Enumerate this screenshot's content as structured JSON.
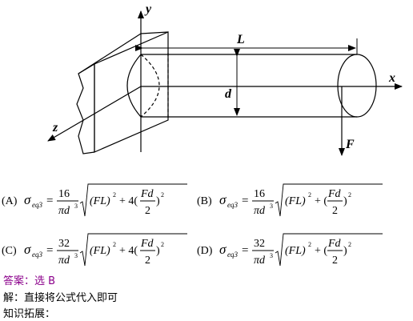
{
  "figure": {
    "label_y": "y",
    "label_x": "x",
    "label_z": "z",
    "label_L": "L",
    "label_d": "d",
    "label_F": "F"
  },
  "options": [
    {
      "key": "(A)",
      "coef": "16",
      "mid": "+ 4("
    },
    {
      "key": "(B)",
      "coef": "16",
      "mid": "+ ("
    },
    {
      "key": "(C)",
      "coef": "32",
      "mid": "+ 4("
    },
    {
      "key": "(D)",
      "coef": "32",
      "mid": "+ ("
    }
  ],
  "formula": {
    "sigma": "σ",
    "sub": "eq3",
    "eq": "=",
    "den": "πd",
    "den_sup": "3",
    "term1": "(FL)",
    "sq": "2",
    "frac_num": "Fd",
    "frac_den": "2",
    "close": ")"
  },
  "answer": {
    "line1": "答案：选 B",
    "line2": "解：直接将公式代入即可",
    "line3": "知识拓展："
  },
  "colors": {
    "answer": "#8b008b"
  }
}
